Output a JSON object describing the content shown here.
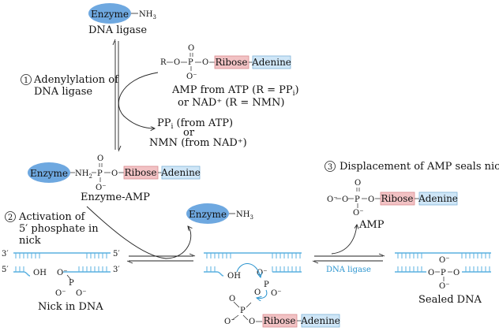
{
  "enzyme_label": "Enzyme",
  "nh3": "NH",
  "nh3_sub": "3",
  "nh2": "NH",
  "nh2_sub": "2",
  "ribose": "Ribose",
  "adenine": "Adenine",
  "top_title": "DNA ligase",
  "step1": {
    "num": "1",
    "line1": "Adenylylation of",
    "line2": "DNA ligase"
  },
  "amp_source": {
    "line1": "AMP from ATP (R = PP",
    "line1_sub": "i",
    "line1_end": ")",
    "line2": "or NAD⁺ (R = NMN)"
  },
  "byproduct": {
    "line1": "PP",
    "line1_sub": "i",
    "line1_end": " (from ATP)",
    "line2": "or",
    "line3": "NMN (from NAD⁺)"
  },
  "enzyme_amp_label": "Enzyme-AMP",
  "step2": {
    "num": "2",
    "line1": "Activation of",
    "line2": "5′ phosphate in",
    "line3": "nick"
  },
  "nick_label": "Nick in DNA",
  "step3": {
    "num": "3",
    "text": "Displacement of AMP seals nick"
  },
  "amp_label": "AMP",
  "sealed_label": "Sealed DNA",
  "dna_ligase_blue": "DNA ligase",
  "strand_labels": {
    "three_prime": "3′",
    "five_prime": "5′"
  },
  "atoms": {
    "O": "O",
    "P": "P",
    "OH": "OH",
    "R": "R",
    "Ominus": "O⁻"
  },
  "colors": {
    "enzyme": "#6ea8e0",
    "ribose_fill": "#f2c2c4",
    "ribose_border": "#d98c90",
    "adenine_fill": "#cfe6f7",
    "adenine_border": "#7fb3d8",
    "dna": "#5ab0e0",
    "accent_blue": "#2a94cf"
  }
}
